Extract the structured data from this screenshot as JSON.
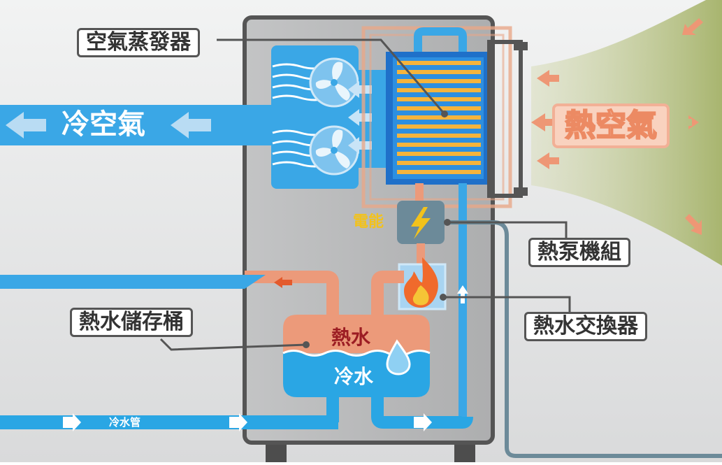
{
  "labels": {
    "evaporator": "空氣蒸發器",
    "cold_air": "冷空氣",
    "hot_air": "熱空氣",
    "electric": "電能",
    "heat_pump": "熱泵機組",
    "tank": "熱水儲存桶",
    "heat_exchanger": "熱水交換器",
    "hot_water": "熱水",
    "cold_water": "冷水",
    "cold_pipe": "冷水管"
  },
  "colors": {
    "background": "#e8e9ea",
    "cabinet": "#b7b8b9",
    "cabinet_border": "#555555",
    "water_blue": "#2aa6e4",
    "cold_blue": "#3aa7e6",
    "hot_pink": "#ec9a7a",
    "hot_air_green": "#b9c48a",
    "coil_orange": "#f5b43c",
    "heat_pump_box": "#6c8a99",
    "lightning_yellow": "#f3c21b",
    "hot_water_text": "#9c1d23"
  }
}
